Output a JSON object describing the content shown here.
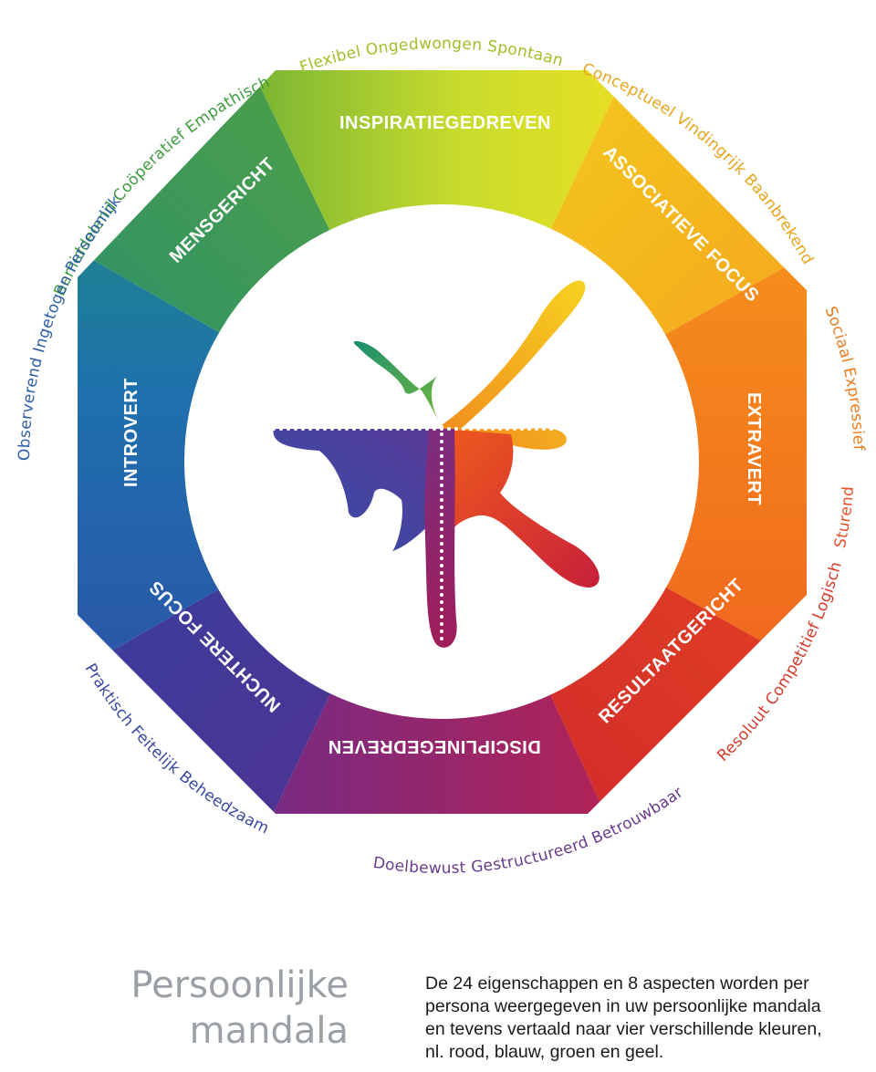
{
  "mandala": {
    "traits_green_yellow": [
      "Flexibel",
      "Ongedwongen",
      "Spontaan"
    ],
    "traits_yellow_orange": [
      "Conceptueel",
      "Vindingrijk",
      "Baanbrekend"
    ],
    "traits_orange": [
      "Sociaal",
      "Expressief",
      "Sturend"
    ],
    "traits_red": [
      "Resoluut",
      "Competitief",
      "Logisch"
    ],
    "traits_purple_red": [
      "Doelbewust",
      "Gestructureerd",
      "Betrouwbaar"
    ],
    "traits_blue_purple": [
      "Praktisch",
      "Feitelijk",
      "Beheedzaam"
    ],
    "traits_blue_green": [
      "Observerend",
      "Ingetogen",
      "Persoonlijk"
    ],
    "traits_green": [
      "Bemiddelend",
      "Coöperatief",
      "Empathisch"
    ],
    "aspects": {
      "top": "INSPIRATIEGEDREVEN",
      "top_right": "ASSOCIATIEVE FOCUS",
      "right": "EXTRAVERT",
      "bottom_right": "RESULTAATGERICHT",
      "bottom": "DISCIPLINEGEDREVEN",
      "bottom_left": "NUCHTERE FOCUS",
      "left": "INTROVERT",
      "top_left": "MENSGERICHT"
    },
    "colors": {
      "green": "#6cb33f",
      "yellow": "#f3e22a",
      "orange": "#f68b1f",
      "red": "#e2332b",
      "purple": "#7b2a8a",
      "blue": "#2f57a8",
      "teal": "#1f8f8a"
    }
  },
  "title": {
    "line1": "Persoonlijke",
    "line2": "mandala"
  },
  "caption": {
    "line1": "De 24 eigenschappen en 8 aspecten worden per",
    "line2": "persona weergegeven in uw persoonlijke mandala",
    "line3": "en tevens vertaald naar vier verschillende kleuren,",
    "line4": "nl. rood, blauw, groen en geel."
  }
}
